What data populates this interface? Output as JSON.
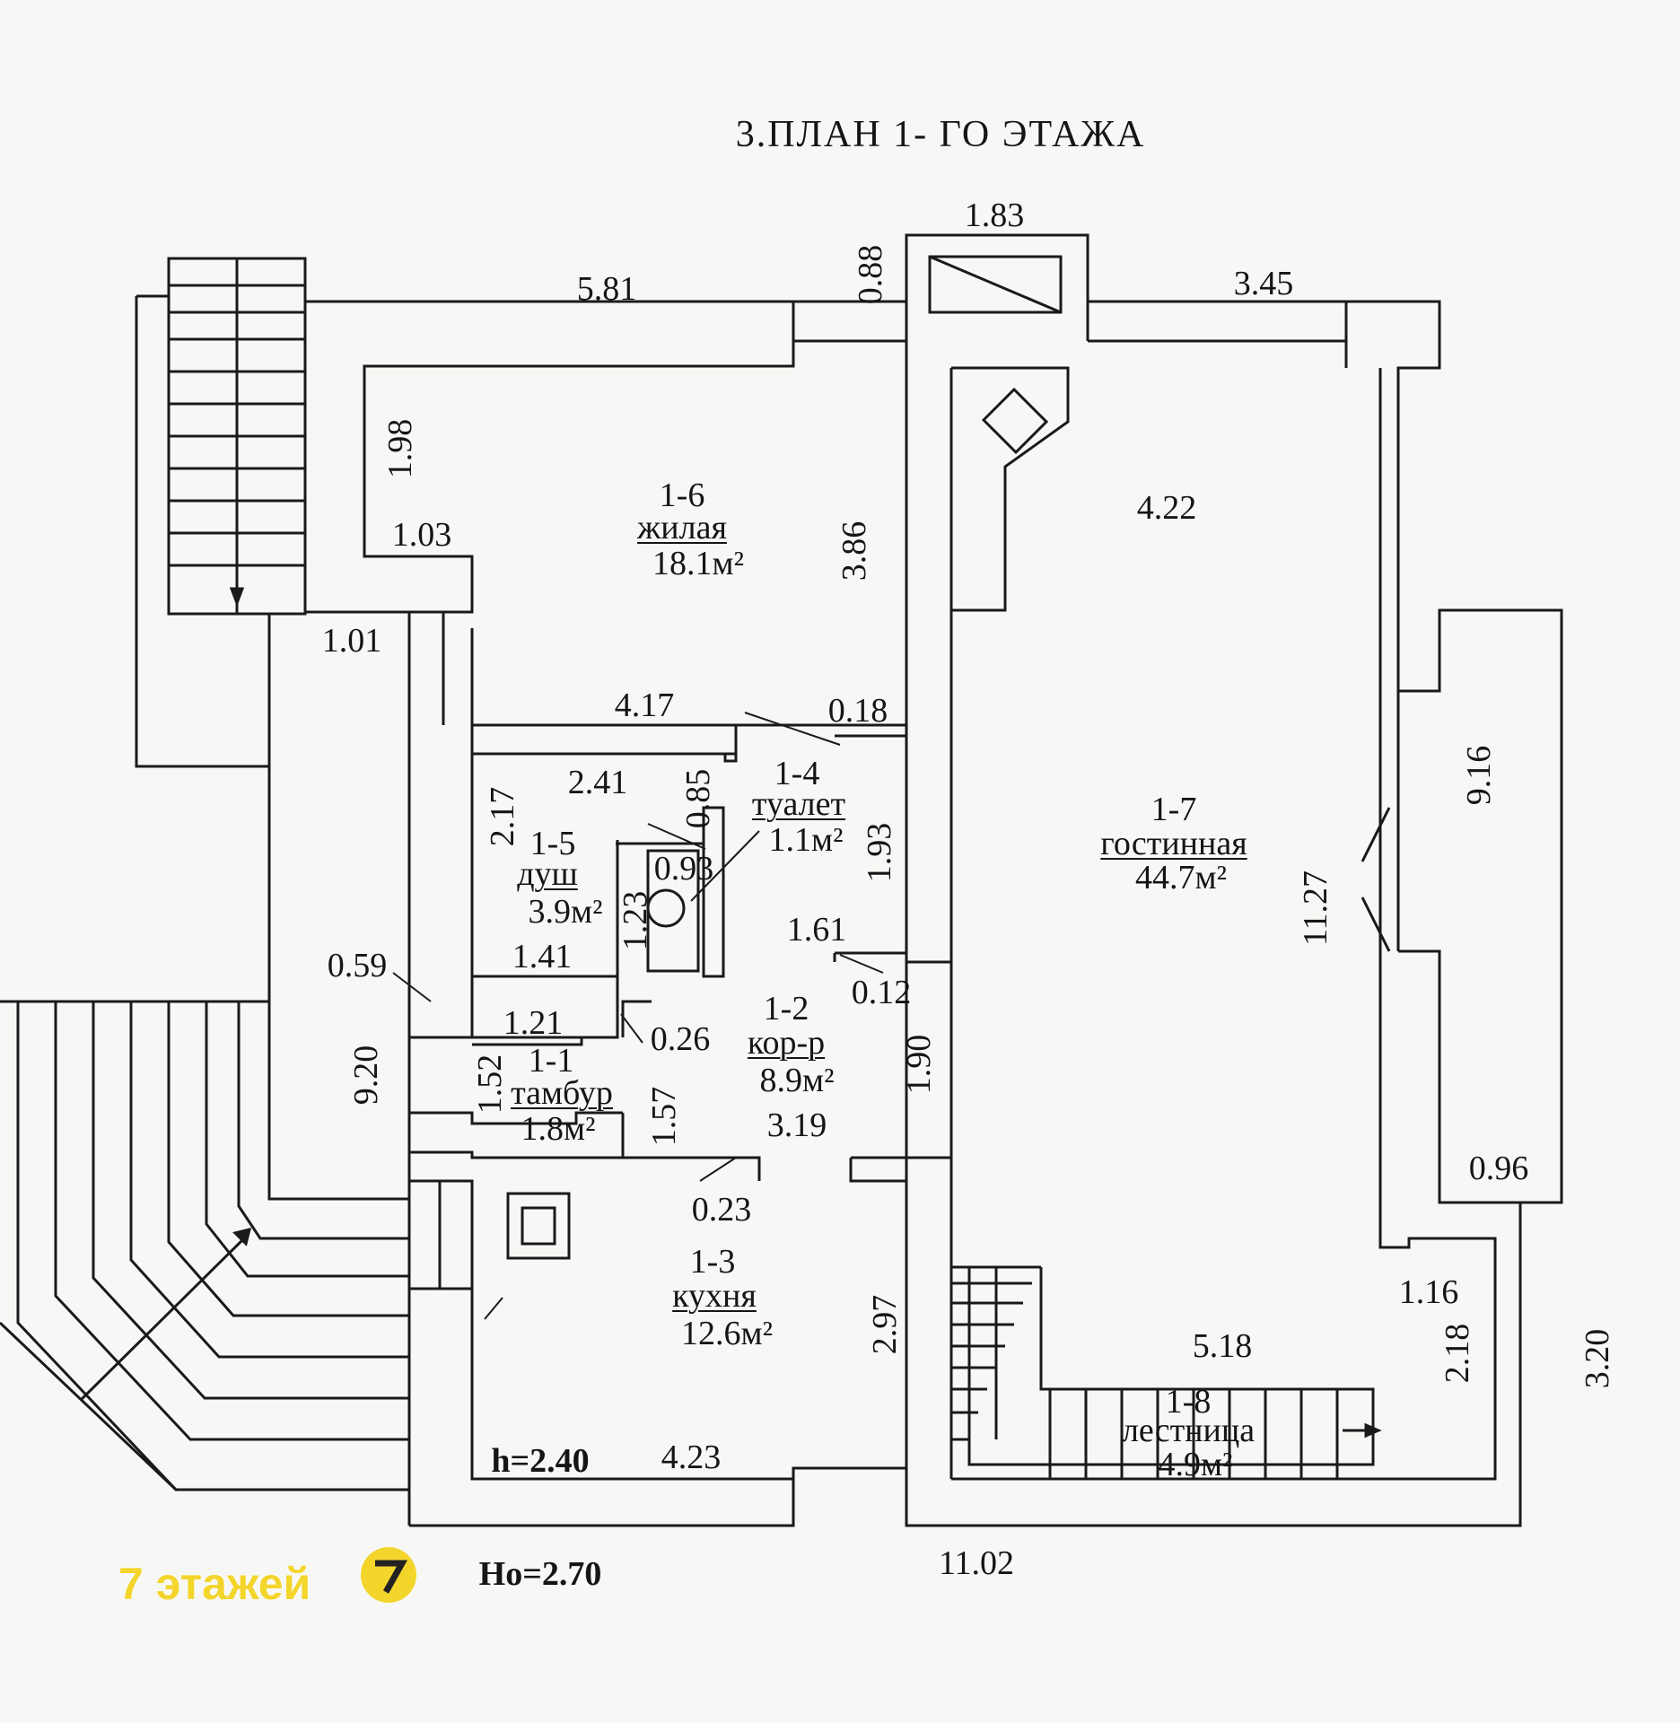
{
  "title": "3.ПЛАН 1- ГО ЭТАЖА",
  "rooms": {
    "r16": {
      "num": "1-6",
      "name": "жилая",
      "area": "18.1м²"
    },
    "r17": {
      "num": "1-7",
      "name": "гостинная",
      "area": "44.7м²"
    },
    "r14": {
      "num": "1-4",
      "name": "туалет",
      "area": "1.1м²"
    },
    "r15": {
      "num": "1-5",
      "name": "душ",
      "area": "3.9м²"
    },
    "r12": {
      "num": "1-2",
      "name": "кор-р",
      "area": "8.9м²"
    },
    "r11": {
      "num": "1-1",
      "name": "тамбур",
      "area": "1.8м²"
    },
    "r13": {
      "num": "1-3",
      "name": "кухня",
      "area": "12.6м²"
    },
    "r18": {
      "num": "1-8",
      "name": "лестница",
      "area": "4.9м²"
    }
  },
  "dims": {
    "d183": "1.83",
    "d088": "0.88",
    "d581": "5.81",
    "d345": "3.45",
    "d198": "1.98",
    "d103": "1.03",
    "d386": "3.86",
    "d422": "4.22",
    "d101": "1.01",
    "d417": "4.17",
    "d018": "0.18",
    "d241": "2.41",
    "d085": "0.85",
    "d217": "2.17",
    "d193": "1.93",
    "d093": "0.93",
    "d123": "1.23",
    "d916": "9.16",
    "d1127": "11.27",
    "d161": "1.61",
    "d141": "1.41",
    "d059": "0.59",
    "d012": "0.12",
    "d121": "1.21",
    "d026": "0.26",
    "d190": "1.90",
    "d920": "9.20",
    "d152": "1.52",
    "d157": "1.57",
    "d319": "3.19",
    "d023": "0.23",
    "d096": "0.96",
    "d116": "1.16",
    "d297": "2.97",
    "d518": "5.18",
    "d218": "2.18",
    "d320": "3.20",
    "d423": "4.23",
    "d1102": "11.02"
  },
  "heights": {
    "h": "h=2.40",
    "ho": "Ho=2.70"
  },
  "watermark": {
    "text": "7 этажей",
    "badge": "7"
  }
}
